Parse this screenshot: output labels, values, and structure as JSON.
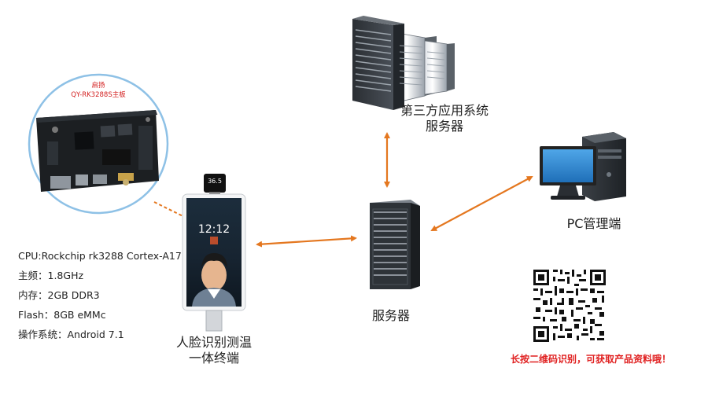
{
  "colors": {
    "arrow": "#e4771f",
    "circle": "#8ec1e6",
    "red_text": "#e02020",
    "board_caption": "#d32020"
  },
  "board": {
    "caption_line1": "启扬",
    "caption_line2": "QY-RK3288S主板"
  },
  "specs": [
    "CPU:Rockchip rk3288 Cortex-A17",
    "主频：1.8GHz",
    "内存：2GB DDR3",
    "Flash：8GB eMMc",
    "操作系统：Android 7.1"
  ],
  "terminal": {
    "temp_reading": "36.5",
    "clock": "12:12",
    "label_line1": "人脸识别测温",
    "label_line2": "一体终端"
  },
  "third_party_server": {
    "label_line1": "第三方应用系统",
    "label_line2": "服务器"
  },
  "server": {
    "label": "服务器"
  },
  "pc": {
    "label": "PC管理端"
  },
  "qr": {
    "caption": "长按二维码识别，可获取产品资料哦！"
  }
}
